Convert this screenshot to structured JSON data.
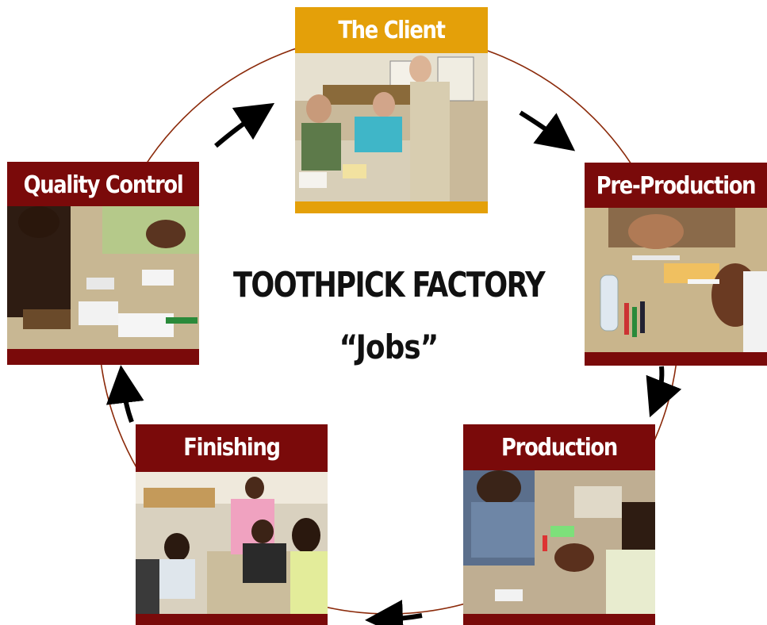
{
  "diagram": {
    "title": "TOOTHPICK FACTORY",
    "subtitle": "“Jobs”",
    "stages": [
      {
        "id": "client",
        "label": "The Client"
      },
      {
        "id": "pre-production",
        "label": "Pre-Production"
      },
      {
        "id": "production",
        "label": "Production"
      },
      {
        "id": "finishing",
        "label": "Finishing"
      },
      {
        "id": "quality-control",
        "label": "Quality Control"
      }
    ],
    "flow": "clockwise",
    "colors": {
      "stage_header": "#7a0a0a",
      "client_header": "#e4a009",
      "cycle_line": "#8b2a0a",
      "arrow": "#000000",
      "title_text": "#111111"
    }
  }
}
